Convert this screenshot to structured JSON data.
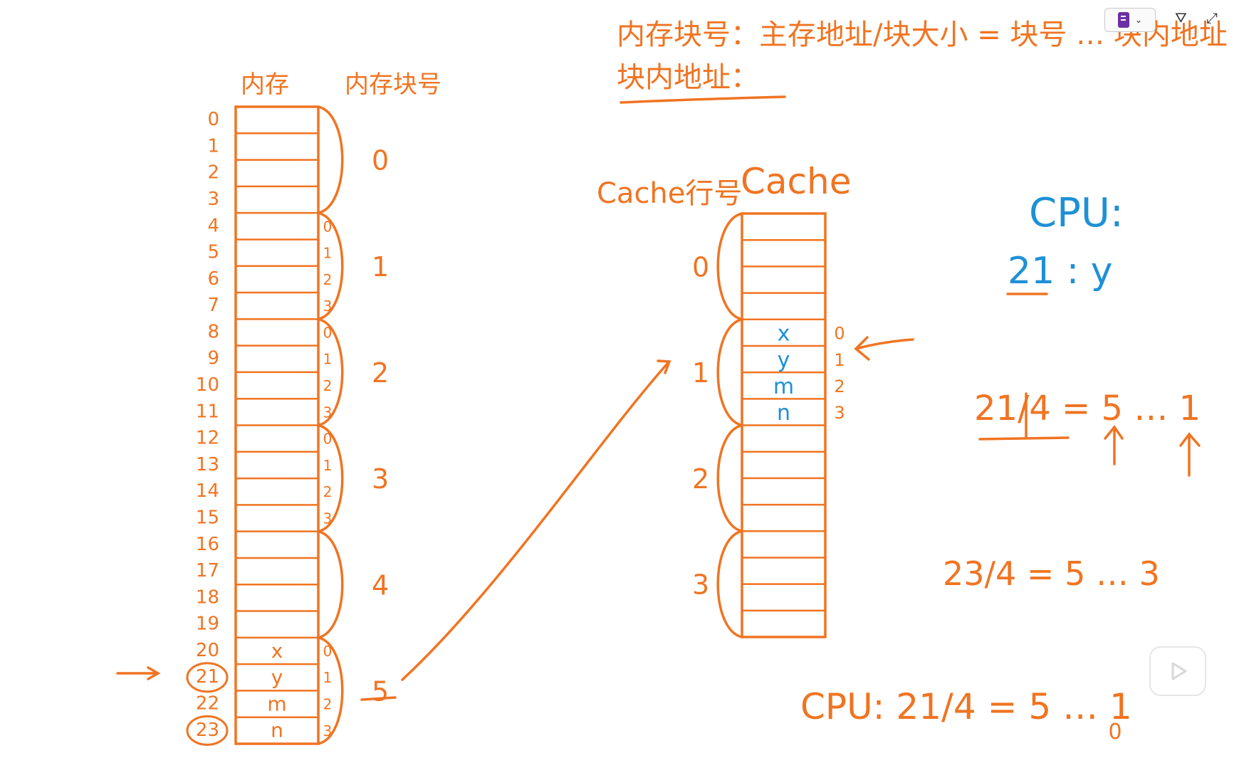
{
  "colors": {
    "ink": "#F07422",
    "blue": "#1E90D6",
    "ui_purple": "#6B2FA3"
  },
  "memory": {
    "title": "内存",
    "block_title": "内存块号",
    "addresses": [
      "0",
      "1",
      "2",
      "3",
      "4",
      "5",
      "6",
      "7",
      "8",
      "9",
      "10",
      "11",
      "12",
      "13",
      "14",
      "15",
      "16",
      "17",
      "18",
      "19",
      "20",
      "21",
      "22",
      "23"
    ],
    "cell_contents": [
      "",
      "",
      "",
      "",
      "",
      "",
      "",
      "",
      "",
      "",
      "",
      "",
      "",
      "",
      "",
      "",
      "",
      "",
      "",
      "",
      "x",
      "y",
      "m",
      "n"
    ],
    "block_numbers": [
      "0",
      "1",
      "2",
      "3",
      "4",
      "5"
    ],
    "offset_labels": [
      "0",
      "1",
      "2",
      "3"
    ],
    "pointer_arrow": "→"
  },
  "cache": {
    "title": "Cache",
    "line_title": "Cache行号",
    "line_numbers": [
      "0",
      "1",
      "2",
      "3"
    ],
    "line1_contents": [
      "x",
      "y",
      "m",
      "n"
    ],
    "offset_labels": [
      "0",
      "1",
      "2",
      "3"
    ]
  },
  "notes": {
    "formula_line1": "内存块号：主存地址/块大小 = 块号 … 块内地址",
    "formula_line2": "块内地址：",
    "cpu_label": "CPU:",
    "cpu_request": "21 : y",
    "calc1": "21/4 = 5 … 1",
    "calc2": "23/4 = 5 … 3",
    "cpu_calc": "CPU: 21/4 = 5 … 1",
    "cpu_calc_remainder": "0"
  },
  "icons": [
    "notebook-icon",
    "chevron-down-icon",
    "filter-icon",
    "expand-icon",
    "play-icon"
  ]
}
